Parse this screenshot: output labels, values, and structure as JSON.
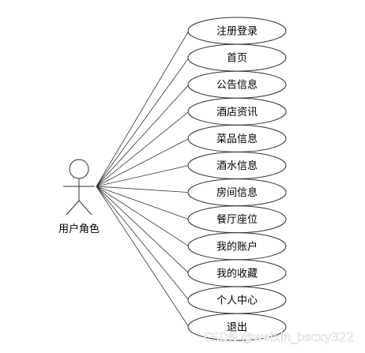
{
  "actor": {
    "label": "用户角色"
  },
  "use_cases": [
    {
      "label": "注册登录"
    },
    {
      "label": "首页"
    },
    {
      "label": "公告信息"
    },
    {
      "label": "酒店资讯"
    },
    {
      "label": "菜品信息"
    },
    {
      "label": "酒水信息"
    },
    {
      "label": "房间信息"
    },
    {
      "label": "餐厅座位"
    },
    {
      "label": "我的账户"
    },
    {
      "label": "我的收藏"
    },
    {
      "label": "个人中心"
    },
    {
      "label": "退出"
    }
  ],
  "watermark": "CSDN @weixin_bscxy322"
}
